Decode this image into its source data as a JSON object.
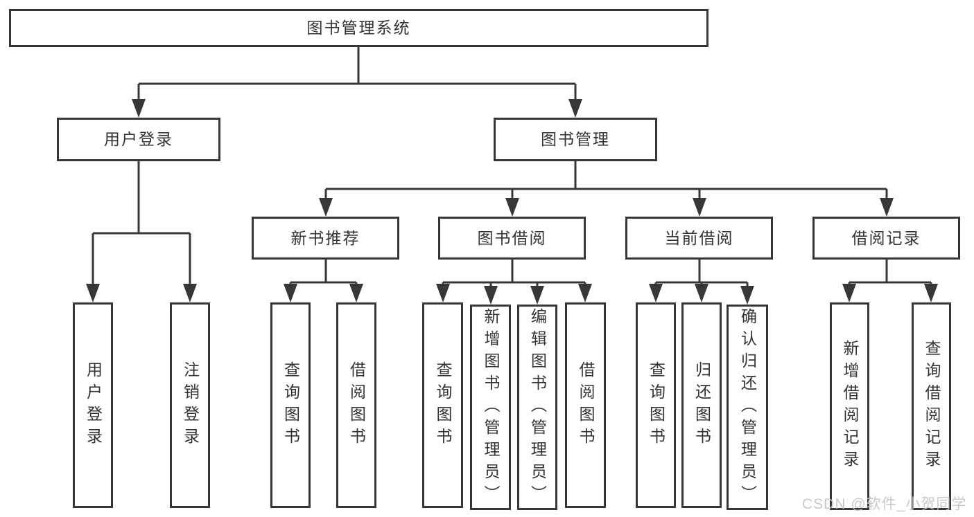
{
  "tree": {
    "root": "图书管理系统",
    "level2": [
      "用户登录",
      "图书管理"
    ],
    "level3": [
      "新书推荐",
      "图书借阅",
      "当前借阅",
      "借阅记录"
    ],
    "leaves": [
      "用户登录",
      "注销登录",
      "查询图书",
      "借阅图书",
      "查询图书",
      "新增图书（管理员）",
      "编辑图书（管理员）",
      "借阅图书",
      "查询图书",
      "归还图书",
      "确认归还（管理员）",
      "新增借阅记录",
      "查询借阅记录"
    ]
  },
  "watermark": "CSDN @软件_小贺同学",
  "colors": {
    "line": "#373737",
    "text": "#333333",
    "watermark": "#c4c4c4",
    "background": "#ffffff"
  }
}
